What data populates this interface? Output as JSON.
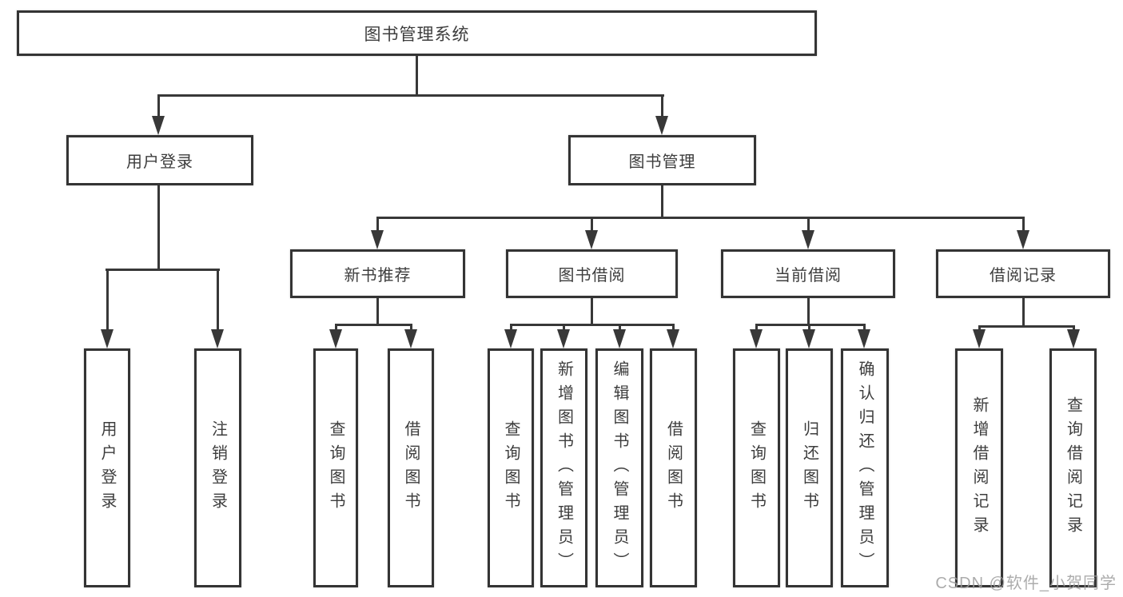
{
  "diagram": {
    "title": "图书管理系统",
    "root": {
      "label": "图书管理系统"
    },
    "level2": [
      {
        "label": "用户登录"
      },
      {
        "label": "图书管理"
      }
    ],
    "level3": [
      {
        "label": "新书推荐"
      },
      {
        "label": "图书借阅"
      },
      {
        "label": "当前借阅"
      },
      {
        "label": "借阅记录"
      }
    ],
    "leaves": {
      "user_login": [
        "用户登录",
        "注销登录"
      ],
      "new_books": [
        "查询图书",
        "借阅图书"
      ],
      "book_borrow": [
        "查询图书",
        "新增图书（管理员）",
        "编辑图书（管理员）",
        "借阅图书"
      ],
      "current_borrow": [
        "查询图书",
        "归还图书",
        "确认归还（管理员）"
      ],
      "borrow_records": [
        "新增借阅记录",
        "查询借阅记录"
      ]
    },
    "line_color": "#383838",
    "box_border_color": "#343434"
  },
  "watermark": {
    "text": "CSDN @软件_小贺同学"
  }
}
